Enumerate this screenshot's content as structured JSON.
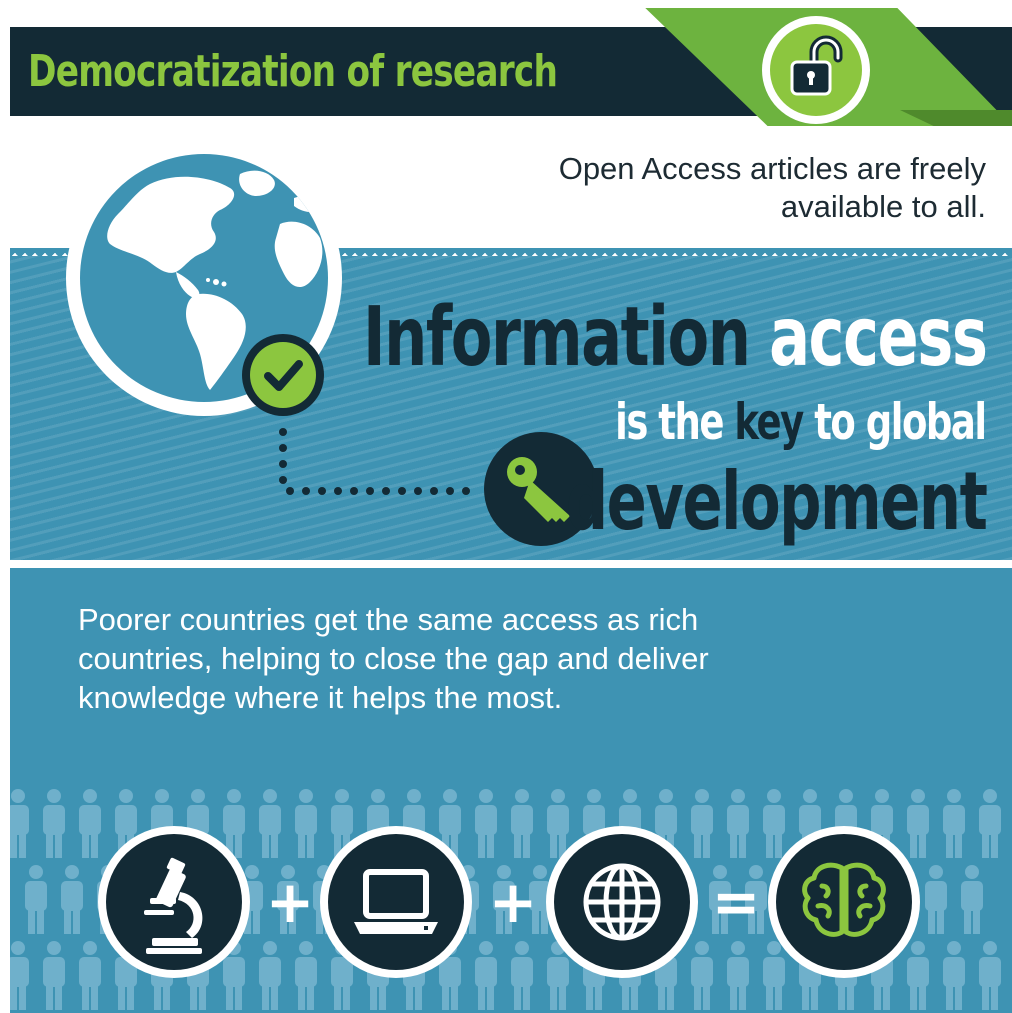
{
  "header": {
    "title": "Democratization of research",
    "icon": "open-padlock-icon"
  },
  "intro": {
    "line1": "Open Access articles are freely",
    "line2": "available to all."
  },
  "headline": {
    "line1_dark": "Information",
    "line1_light": "access",
    "line2_a": "is the",
    "line2_b": "key",
    "line2_c": "to global",
    "line3": "development"
  },
  "body": {
    "line1": "Poorer countries get the same access as rich",
    "line2": "countries, helping to close the gap and deliver",
    "line3": "knowledge where it helps the most."
  },
  "equation": {
    "items": [
      "microscope-icon",
      "laptop-icon",
      "globe-icon",
      "brain-icon"
    ],
    "operators": [
      "+",
      "+",
      "="
    ]
  },
  "colors": {
    "navy": "#132a35",
    "blue": "#3e93b3",
    "green": "#8cc63f",
    "white": "#ffffff"
  }
}
